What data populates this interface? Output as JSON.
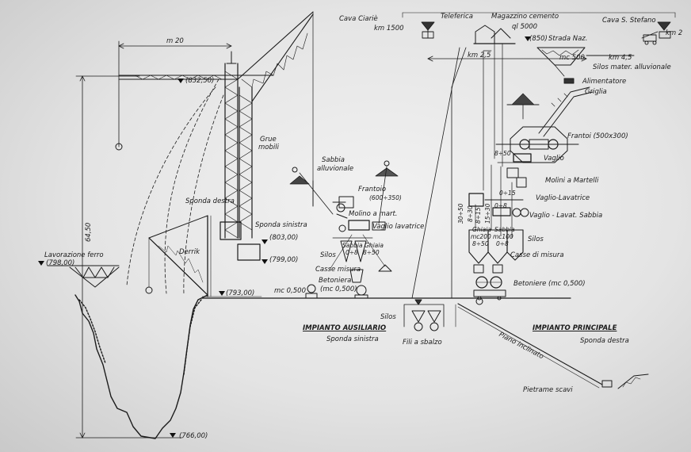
{
  "labels": {
    "cava_ciarie": "Cava Ciariè",
    "km_1500": "km 1500",
    "teleferica": "Teleferica",
    "magazzino_cemento": "Magazzino cemento",
    "ql_5000": "ql 5000",
    "elev_850": "(850)",
    "strada_naz": "Strada Naz.",
    "cava_s_stefano": "Cava S. Stefano",
    "km_2": "km 2",
    "km_2_5": "km 2,5",
    "mc_500": "mc 500",
    "km_4_5": "km 4,5",
    "silos_mater_alluvionale": "Silos mater. alluvionale",
    "alimentatore": "Alimentatore",
    "griglia": "Griglia",
    "frantoi": "Frantoi (500x300)",
    "vaglio": "Vaglio",
    "size_8_50_top": "8÷50",
    "molini_a_martelli": "Molini a Martelli",
    "size_0_15": "0÷15",
    "vaglio_lavatrice_main": "Vaglio-Lavatrice",
    "size_0_8_main": "0÷8",
    "vaglio_lavat_sabbia": "Vaglio - Lavat. Sabbia",
    "ghiaia_mc200": "Ghiaia",
    "mc200": "mc200",
    "size_8_50_silo": "8÷50",
    "sabbia_mc100": "Sabbia",
    "mc100": "mc100",
    "size_0_8_silo": "0÷8",
    "v_30_50": "30÷50",
    "v_8_30": "8÷30",
    "v_8_15": "8÷15",
    "v_15_30": "15÷30",
    "silos_main": "Silos",
    "casse_di_misura": "Casse di misura",
    "betoniere": "Betoniere (mc 0,500)",
    "impianto_principale": "IMPIANTO PRINCIPALE",
    "sponda_destra_main": "Sponda destra",
    "piano_inclinato": "Piano inclinato",
    "pietrame_scavi": "Pietrame scavi",
    "m20": "m 20",
    "elev_832_50": "(832,50)",
    "grue_mobili_1": "Grue",
    "grue_mobili_2": "mobili",
    "sponda_sinistra_crane": "Sponda sinistra",
    "elev_803": "(803,00)",
    "elev_799": "(799,00)",
    "sponda_destra_derrik": "Sponda destra",
    "derrik": "Derrik",
    "elev_793": "(793,00)",
    "dim_64_50": "64,50",
    "lavorazione_ferro": "Lavorazione ferro",
    "elev_798": "(798,00)",
    "elev_766": "(766,00)",
    "sabbia_alluvionale_1": "Sabbia",
    "sabbia_alluvionale_2": "alluvionale",
    "frantoio_aux": "Frantoio",
    "frantoio_aux_size": "(600÷350)",
    "molino_a_mart": "Molino a mart.",
    "vaglio_lavatrice_aux": "Vaglio lavatrice",
    "silos_aux": "Silos",
    "sabbia_aux": "Sabbia",
    "size_0_8_aux": "0÷8",
    "ghiaia_aux": "Ghiaia",
    "size_8_50_aux": "8÷50",
    "casse_misura_aux": "Casse misura",
    "betoniera": "Betoniera",
    "betoniera_mc": "(mc 0,500)",
    "mc_0_500": "mc 0,500",
    "silos_bottom": "Silos",
    "impianto_ausiliario": "IMPIANTO AUSILIARIO",
    "sponda_sinistra_aux": "Sponda sinistra",
    "fili_a_sbalzo": "Fili a sbalzo"
  }
}
